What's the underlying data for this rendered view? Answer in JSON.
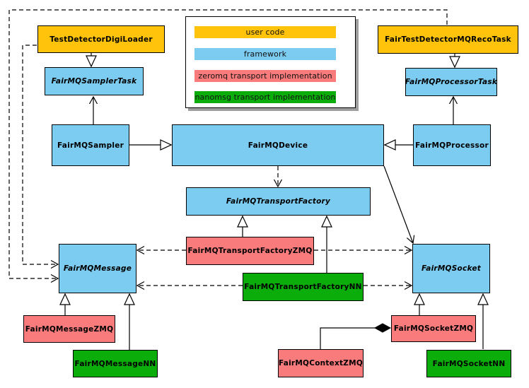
{
  "colors": {
    "user_code": "#FFC30B",
    "framework": "#7CCBF0",
    "zeromq": "#F97B7B",
    "nanomsg": "#0BAD0B",
    "edge": "#000000",
    "legend_shadow": "#9E9E9E"
  },
  "legend": {
    "items": [
      {
        "label": "user code",
        "color": "#FFC30B"
      },
      {
        "label": "framework",
        "color": "#7CCBF0"
      },
      {
        "label": "zeromq transport implementation",
        "color": "#F97B7B"
      },
      {
        "label": "nanomsg transport implementation",
        "color": "#0BAD0B"
      }
    ]
  },
  "nodes": {
    "test_detector_digi_loader": {
      "label": "TestDetectorDigiLoader",
      "category": "user code",
      "abstract": false
    },
    "fair_test_detector_mq_reco_task": {
      "label": "FairTestDetectorMQRecoTask",
      "category": "user code",
      "abstract": false
    },
    "fairmq_sampler_task": {
      "label": "FairMQSamplerTask",
      "category": "framework",
      "abstract": true
    },
    "fairmq_processor_task": {
      "label": "FairMQProcessorTask",
      "category": "framework",
      "abstract": true
    },
    "fairmq_sampler": {
      "label": "FairMQSampler",
      "category": "framework",
      "abstract": false
    },
    "fairmq_device": {
      "label": "FairMQDevice",
      "category": "framework",
      "abstract": false
    },
    "fairmq_processor": {
      "label": "FairMQProcessor",
      "category": "framework",
      "abstract": false
    },
    "fairmq_transport_factory": {
      "label": "FairMQTransportFactory",
      "category": "framework",
      "abstract": true
    },
    "fairmq_transport_factory_zmq": {
      "label": "FairMQTransportFactoryZMQ",
      "category": "zeromq",
      "abstract": false
    },
    "fairmq_transport_factory_nn": {
      "label": "FairMQTransportFactoryNN",
      "category": "nanomsg",
      "abstract": false
    },
    "fairmq_message": {
      "label": "FairMQMessage",
      "category": "framework",
      "abstract": true
    },
    "fairmq_socket": {
      "label": "FairMQSocket",
      "category": "framework",
      "abstract": true
    },
    "fairmq_message_zmq": {
      "label": "FairMQMessageZMQ",
      "category": "zeromq",
      "abstract": false
    },
    "fairmq_message_nn": {
      "label": "FairMQMessageNN",
      "category": "nanomsg",
      "abstract": false
    },
    "fairmq_socket_zmq": {
      "label": "FairMQSocketZMQ",
      "category": "zeromq",
      "abstract": false
    },
    "fairmq_socket_nn": {
      "label": "FairMQSocketNN",
      "category": "nanomsg",
      "abstract": false
    },
    "fairmq_context_zmq": {
      "label": "FairMQContextZMQ",
      "category": "zeromq",
      "abstract": false
    }
  }
}
